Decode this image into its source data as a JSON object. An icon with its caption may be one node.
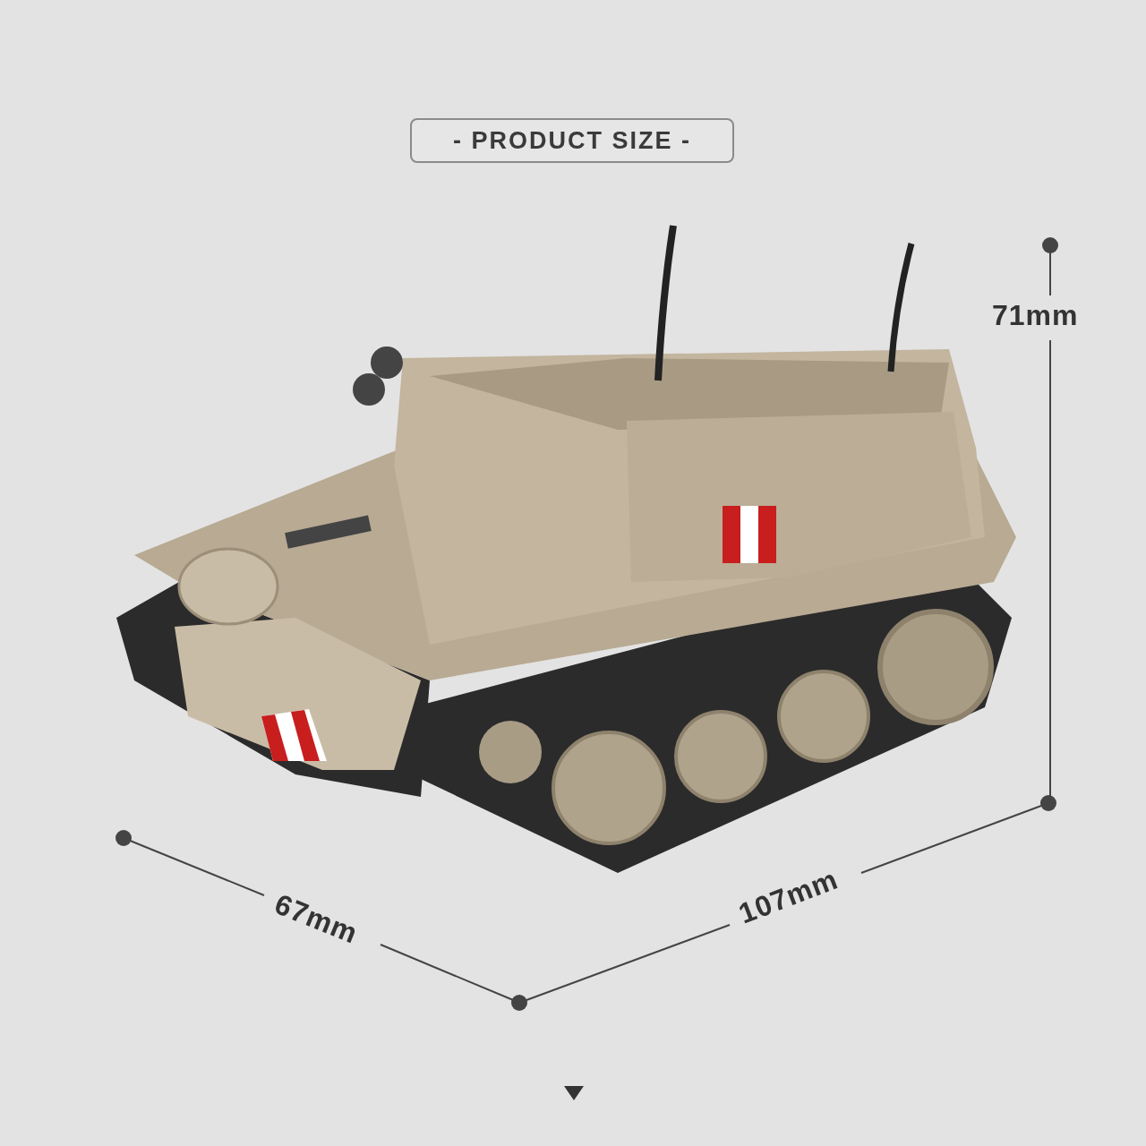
{
  "diagram": {
    "title": "- PRODUCT SIZE -",
    "labels": [
      "71mm",
      "67mm",
      "107mm"
    ]
  }
}
